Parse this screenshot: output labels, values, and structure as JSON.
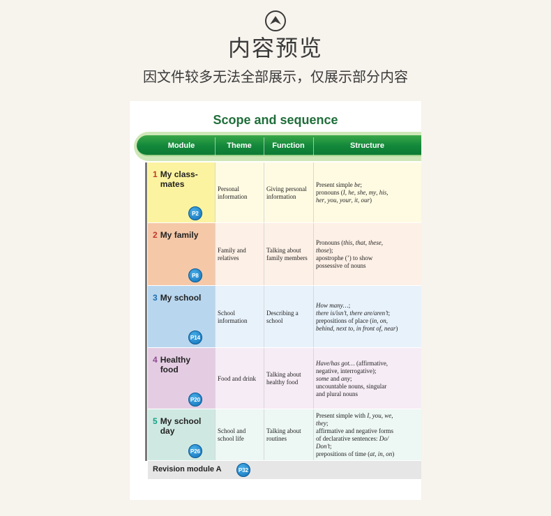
{
  "header": {
    "title": "内容预览",
    "subtitle": "因文件较多无法全部展示，仅展示部分内容"
  },
  "document": {
    "title": "Scope and sequence",
    "columns": [
      "Module",
      "Theme",
      "Function",
      "Structure"
    ],
    "modules": [
      {
        "number": "1",
        "title": "My class-\nmates",
        "page": "P2",
        "theme": "Personal information",
        "function": "Giving personal information",
        "structure": [
          {
            "t": "Present simple "
          },
          {
            "t": "be",
            "i": true
          },
          {
            "t": ";\npronouns ("
          },
          {
            "t": "I",
            "i": true
          },
          {
            "t": ", "
          },
          {
            "t": "he",
            "i": true
          },
          {
            "t": ", "
          },
          {
            "t": "she",
            "i": true
          },
          {
            "t": ", "
          },
          {
            "t": "my",
            "i": true
          },
          {
            "t": ", "
          },
          {
            "t": "his",
            "i": true
          },
          {
            "t": ",\n"
          },
          {
            "t": "her",
            "i": true
          },
          {
            "t": ", "
          },
          {
            "t": "you",
            "i": true
          },
          {
            "t": ", "
          },
          {
            "t": "your",
            "i": true
          },
          {
            "t": ", "
          },
          {
            "t": "it",
            "i": true
          },
          {
            "t": ", "
          },
          {
            "t": "our",
            "i": true
          },
          {
            "t": ")"
          }
        ],
        "colors": {
          "module_bg": "#fbf3a0",
          "row_bg": "#fffbe3",
          "number": "#c0392b"
        }
      },
      {
        "number": "2",
        "title": "My family",
        "page": "P8",
        "theme": "Family and relatives",
        "function": "Talking about family members",
        "structure": [
          {
            "t": "Pronouns ("
          },
          {
            "t": "this",
            "i": true
          },
          {
            "t": ", "
          },
          {
            "t": "that",
            "i": true
          },
          {
            "t": ", "
          },
          {
            "t": "these",
            "i": true
          },
          {
            "t": ",\n"
          },
          {
            "t": "those",
            "i": true
          },
          {
            "t": ");\napostrophe (’) to show\npossessive of nouns"
          }
        ],
        "colors": {
          "module_bg": "#f5c8a8",
          "row_bg": "#fdf0e6",
          "number": "#c0392b"
        }
      },
      {
        "number": "3",
        "title": "My school",
        "page": "P14",
        "theme": "School information",
        "function": "Describing a school",
        "structure": [
          {
            "t": "How many…",
            "i": true
          },
          {
            "t": ";\n"
          },
          {
            "t": "there is/isn’t",
            "i": true
          },
          {
            "t": ", "
          },
          {
            "t": "there are/aren’t",
            "i": true
          },
          {
            "t": ";\nprepositions of place ("
          },
          {
            "t": "in",
            "i": true
          },
          {
            "t": ", "
          },
          {
            "t": "on",
            "i": true
          },
          {
            "t": ",\n"
          },
          {
            "t": "behind",
            "i": true
          },
          {
            "t": ", "
          },
          {
            "t": "next to",
            "i": true
          },
          {
            "t": ", "
          },
          {
            "t": "in front of",
            "i": true
          },
          {
            "t": ", "
          },
          {
            "t": "near",
            "i": true
          },
          {
            "t": ")"
          }
        ],
        "colors": {
          "module_bg": "#b8d6ee",
          "row_bg": "#e8f2fb",
          "number": "#1f6fb0"
        }
      },
      {
        "number": "4",
        "title": "Healthy\nfood",
        "page": "P20",
        "theme": "Food and drink",
        "function": "Talking about healthy food",
        "structure": [
          {
            "t": "Have/has got…",
            "i": true
          },
          {
            "t": " (affirmative,\nnegative, interrogative);\n"
          },
          {
            "t": "some",
            "i": true
          },
          {
            "t": " and "
          },
          {
            "t": "any",
            "i": true
          },
          {
            "t": ";\nuncountable nouns, singular\nand plural nouns"
          }
        ],
        "colors": {
          "module_bg": "#e4cde3",
          "row_bg": "#f6ecf5",
          "number": "#8e4a8e"
        }
      },
      {
        "number": "5",
        "title": "My school\nday",
        "page": "P26",
        "theme": "School and school life",
        "function": "Talking about routines",
        "structure": [
          {
            "t": "Present simple with "
          },
          {
            "t": "I",
            "i": true
          },
          {
            "t": ", "
          },
          {
            "t": "you",
            "i": true
          },
          {
            "t": ", "
          },
          {
            "t": "we",
            "i": true
          },
          {
            "t": ",\n"
          },
          {
            "t": "they",
            "i": true
          },
          {
            "t": ";\naffirmative and negative forms\nof declarative sentences: "
          },
          {
            "t": "Do/\nDon’t",
            "i": true
          },
          {
            "t": ";\nprepositions of time ("
          },
          {
            "t": "at",
            "i": true
          },
          {
            "t": ", "
          },
          {
            "t": "in",
            "i": true
          },
          {
            "t": ", "
          },
          {
            "t": "on",
            "i": true
          },
          {
            "t": ")"
          }
        ],
        "colors": {
          "module_bg": "#cfe9e2",
          "row_bg": "#edf7f4",
          "number": "#16a085"
        }
      }
    ],
    "revision": {
      "label": "Revision module A",
      "page": "P32"
    }
  },
  "icons": {
    "top": "chevron-up-circle-icon"
  }
}
